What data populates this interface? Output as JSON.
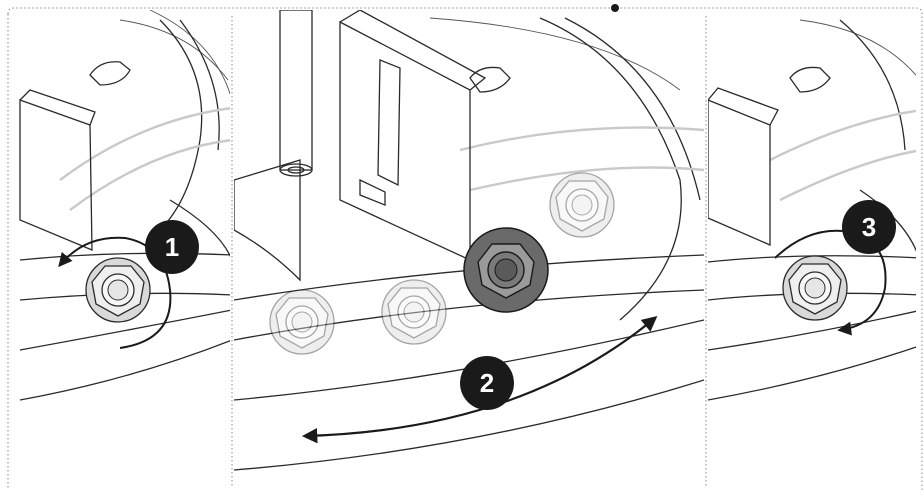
{
  "steps": [
    {
      "number": "1",
      "action": "loosen-counterclockwise"
    },
    {
      "number": "2",
      "action": "reposition-along-rail"
    },
    {
      "number": "3",
      "action": "tighten-clockwise"
    }
  ],
  "colors": {
    "badge": "#1a1a1a",
    "badge_text": "#ffffff",
    "line": "#2a2a2a",
    "cable": "#c9c9c9",
    "nut_active": "#5a5a5a",
    "ghost": "#bdbdbd",
    "frame": "#888888"
  }
}
